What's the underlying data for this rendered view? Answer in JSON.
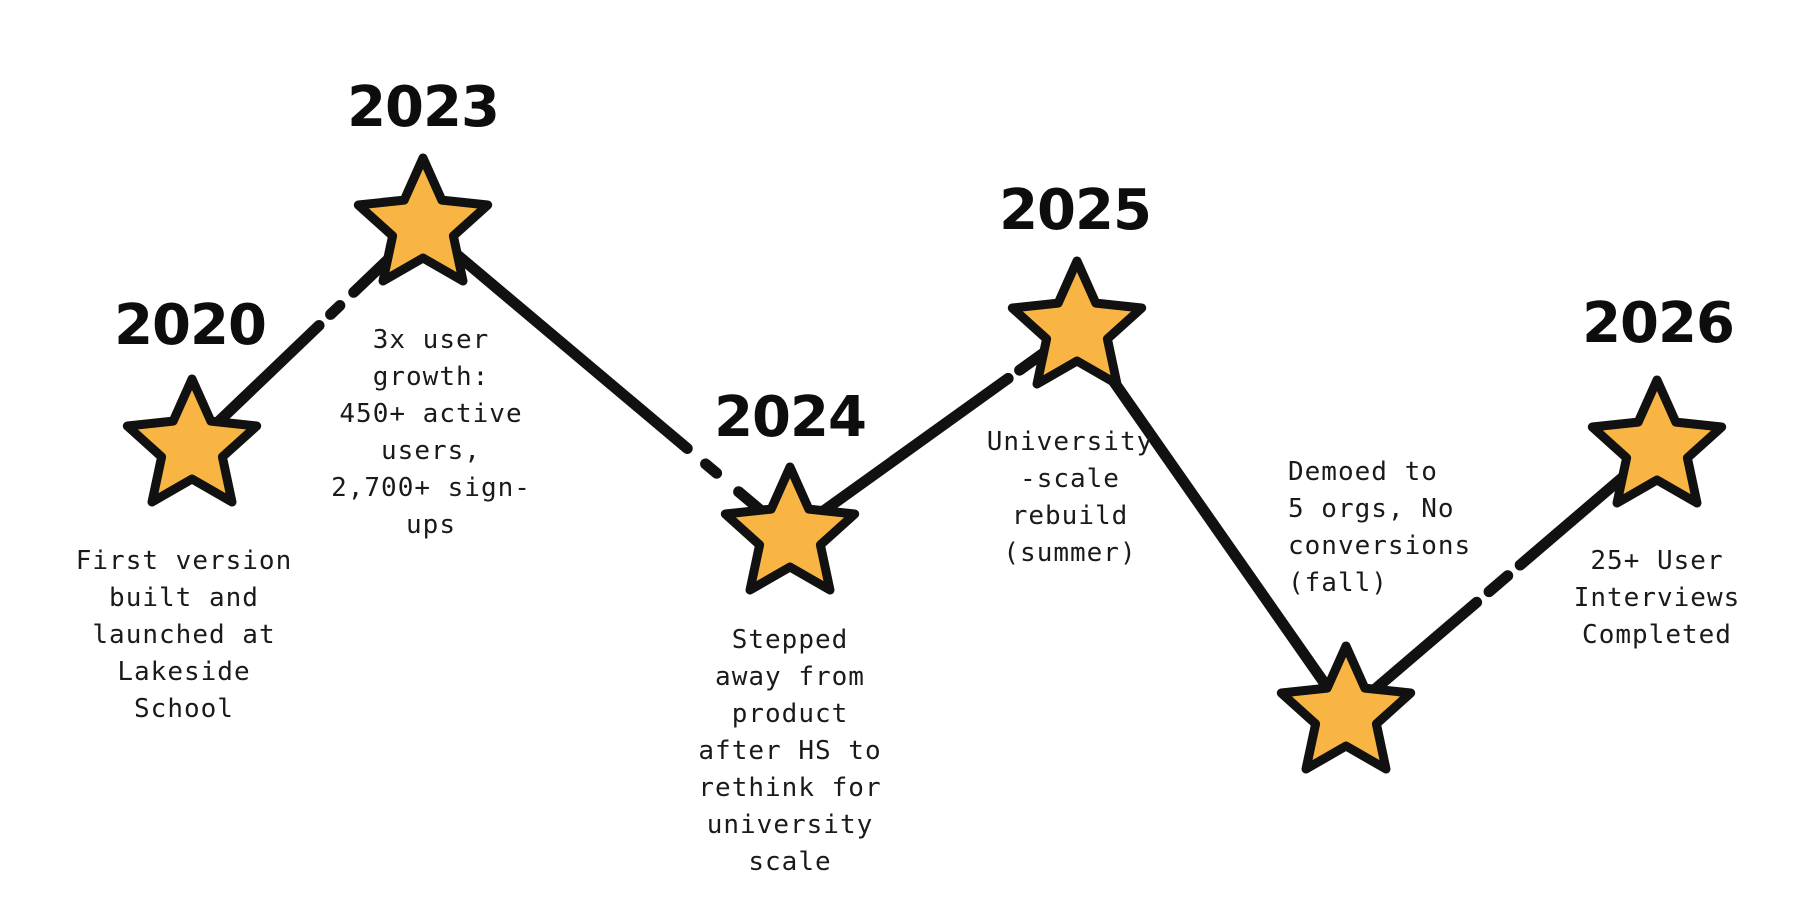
{
  "colors": {
    "star_fill": "#f9b544",
    "star_outline": "#111111",
    "line": "#111111",
    "background": "#ffffff"
  },
  "timeline": {
    "milestones": [
      {
        "year": "2020",
        "description": "First version\nbuilt and\nlaunched at\nLakeside\nSchool",
        "icon": "star-icon"
      },
      {
        "year": "2023",
        "description": "3x user\ngrowth:\n450+ active\nusers,\n2,700+ sign-\nups",
        "icon": "star-icon"
      },
      {
        "year": "2024",
        "description": "Stepped\naway from\nproduct\nafter HS to\nrethink for\nuniversity\nscale",
        "icon": "star-icon"
      },
      {
        "year": "2025",
        "description": "University\n-scale\nrebuild\n(summer)",
        "icon": "star-icon"
      },
      {
        "year": "",
        "description": "Demoed to\n5 orgs, No\nconversions\n(fall)",
        "icon": "star-icon"
      },
      {
        "year": "2026",
        "description": "25+ User\nInterviews\nCompleted",
        "icon": "star-icon"
      }
    ]
  }
}
